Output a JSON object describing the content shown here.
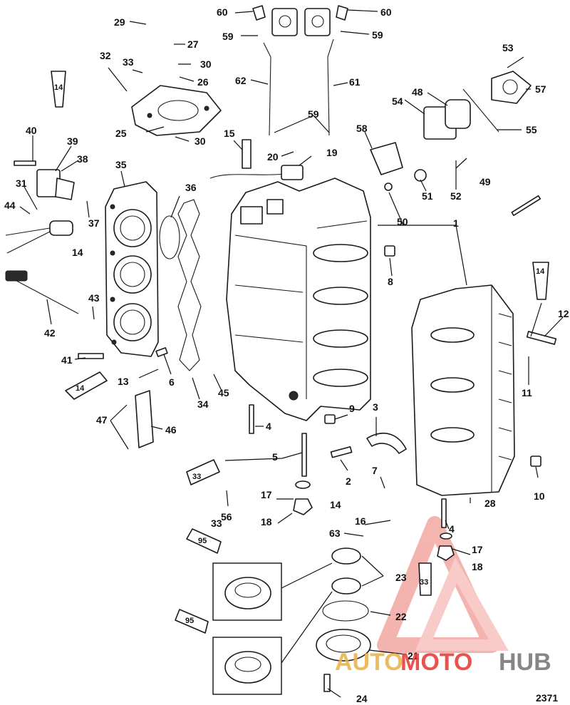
{
  "figure_id": "2371",
  "watermark": {
    "part1": "AUTO",
    "part2": "MOTO",
    "part3": "HUB",
    "color_red": "#e8413a",
    "color_gold": "#e9b44c",
    "color_gray": "#8a8a8a"
  },
  "callouts": [
    {
      "id": "c1",
      "text": "1"
    },
    {
      "id": "c2",
      "text": "2"
    },
    {
      "id": "c3",
      "text": "3"
    },
    {
      "id": "c4a",
      "text": "4"
    },
    {
      "id": "c4b",
      "text": "4"
    },
    {
      "id": "c5",
      "text": "5"
    },
    {
      "id": "c6",
      "text": "6"
    },
    {
      "id": "c7",
      "text": "7"
    },
    {
      "id": "c8",
      "text": "8"
    },
    {
      "id": "c9",
      "text": "9"
    },
    {
      "id": "c10",
      "text": "10"
    },
    {
      "id": "c11",
      "text": "11"
    },
    {
      "id": "c12",
      "text": "12"
    },
    {
      "id": "c13",
      "text": "13"
    },
    {
      "id": "c14a",
      "text": "14"
    },
    {
      "id": "c14b",
      "text": "14"
    },
    {
      "id": "c14c",
      "text": "14"
    },
    {
      "id": "c15",
      "text": "15"
    },
    {
      "id": "c16",
      "text": "16"
    },
    {
      "id": "c17a",
      "text": "17"
    },
    {
      "id": "c17b",
      "text": "17"
    },
    {
      "id": "c18a",
      "text": "18"
    },
    {
      "id": "c18b",
      "text": "18"
    },
    {
      "id": "c19",
      "text": "19"
    },
    {
      "id": "c20",
      "text": "20"
    },
    {
      "id": "c21",
      "text": "21"
    },
    {
      "id": "c22",
      "text": "22"
    },
    {
      "id": "c23",
      "text": "23"
    },
    {
      "id": "c24",
      "text": "24"
    },
    {
      "id": "c25",
      "text": "25"
    },
    {
      "id": "c26",
      "text": "26"
    },
    {
      "id": "c27",
      "text": "27"
    },
    {
      "id": "c28",
      "text": "28"
    },
    {
      "id": "c29",
      "text": "29"
    },
    {
      "id": "c30a",
      "text": "30"
    },
    {
      "id": "c30b",
      "text": "30"
    },
    {
      "id": "c31",
      "text": "31"
    },
    {
      "id": "c32",
      "text": "32"
    },
    {
      "id": "c33a",
      "text": "33"
    },
    {
      "id": "c33b",
      "text": "33"
    },
    {
      "id": "c34",
      "text": "34"
    },
    {
      "id": "c35",
      "text": "35"
    },
    {
      "id": "c36",
      "text": "36"
    },
    {
      "id": "c37",
      "text": "37"
    },
    {
      "id": "c38",
      "text": "38"
    },
    {
      "id": "c39",
      "text": "39"
    },
    {
      "id": "c40",
      "text": "40"
    },
    {
      "id": "c41",
      "text": "41"
    },
    {
      "id": "c42",
      "text": "42"
    },
    {
      "id": "c43",
      "text": "43"
    },
    {
      "id": "c44",
      "text": "44"
    },
    {
      "id": "c45",
      "text": "45"
    },
    {
      "id": "c46",
      "text": "46"
    },
    {
      "id": "c47",
      "text": "47"
    },
    {
      "id": "c48",
      "text": "48"
    },
    {
      "id": "c49",
      "text": "49"
    },
    {
      "id": "c50",
      "text": "50"
    },
    {
      "id": "c51",
      "text": "51"
    },
    {
      "id": "c52",
      "text": "52"
    },
    {
      "id": "c53",
      "text": "53"
    },
    {
      "id": "c54",
      "text": "54"
    },
    {
      "id": "c55",
      "text": "55"
    },
    {
      "id": "c56",
      "text": "56"
    },
    {
      "id": "c57",
      "text": "57"
    },
    {
      "id": "c58",
      "text": "58"
    },
    {
      "id": "c59a",
      "text": "59"
    },
    {
      "id": "c59b",
      "text": "59"
    },
    {
      "id": "c59c",
      "text": "59"
    },
    {
      "id": "c60a",
      "text": "60"
    },
    {
      "id": "c60b",
      "text": "60"
    },
    {
      "id": "c61",
      "text": "61"
    },
    {
      "id": "c62",
      "text": "62"
    },
    {
      "id": "c63",
      "text": "63"
    }
  ],
  "tube_labels": [
    {
      "id": "t14a",
      "text": "14"
    },
    {
      "id": "t14b",
      "text": "14"
    },
    {
      "id": "t14c",
      "text": "14"
    },
    {
      "id": "t33a",
      "text": "33"
    },
    {
      "id": "t33b",
      "text": "33"
    },
    {
      "id": "t95a",
      "text": "95"
    },
    {
      "id": "t95b",
      "text": "95"
    }
  ]
}
